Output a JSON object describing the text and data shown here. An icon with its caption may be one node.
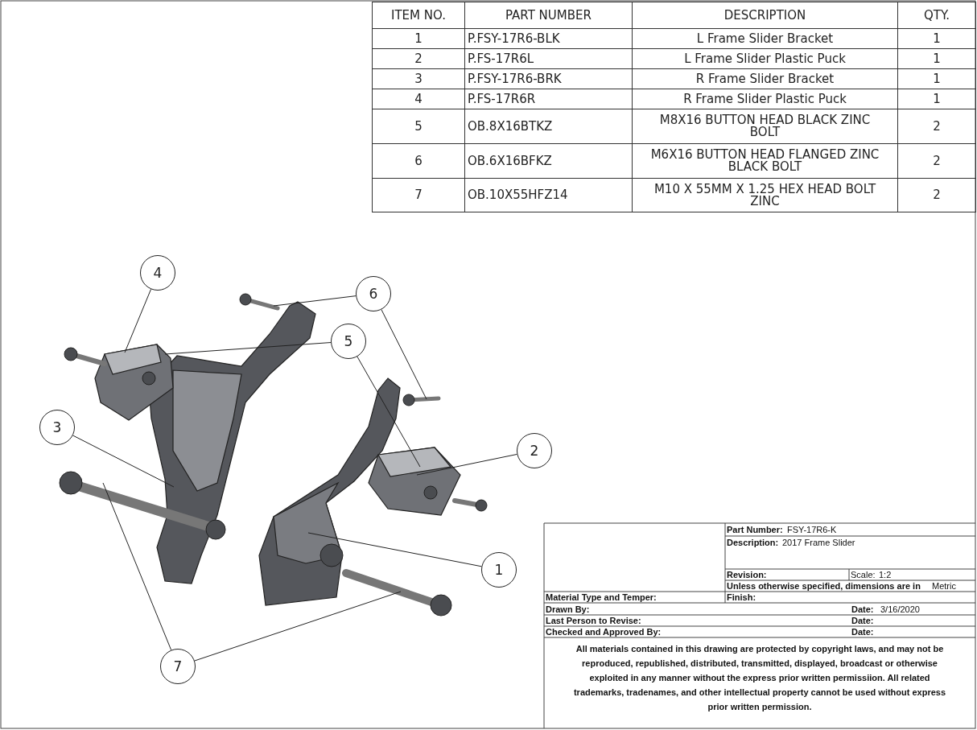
{
  "diagram": {
    "nodes": [
      {
        "text": [
          "4"
        ]
      },
      {
        "text": [
          "6"
        ]
      },
      {
        "text": [
          "5"
        ]
      },
      {
        "text": [
          "3"
        ]
      },
      {
        "text": [
          "2"
        ]
      },
      {
        "text": [
          "1"
        ]
      },
      {
        "text": [
          "7"
        ]
      }
    ],
    "edges": [
      {
        "from": 0,
        "to": null,
        "arrow": "none"
      },
      {
        "from": 1,
        "to": null,
        "arrow": "none"
      },
      {
        "from": 1,
        "to": null,
        "arrow": "none"
      },
      {
        "from": 2,
        "to": null,
        "arrow": "none"
      },
      {
        "from": 2,
        "to": null,
        "arrow": "none"
      },
      {
        "from": 3,
        "to": null,
        "arrow": "none"
      },
      {
        "from": 4,
        "to": null,
        "arrow": "none"
      },
      {
        "from": 5,
        "to": null,
        "arrow": "none"
      },
      {
        "from": 6,
        "to": null,
        "arrow": "none"
      },
      {
        "from": 6,
        "to": null,
        "arrow": "none"
      }
    ],
    "labels": [
      "ITEM NO.",
      "PART NUMBER",
      "DESCRIPTION",
      "QTY.",
      "1",
      "P.FSY-17R6-BLK",
      "L Frame Slider Bracket",
      "1",
      "2",
      "P.FS-17R6L",
      "L Frame Slider Plastic Puck",
      "1",
      "3",
      "P.FSY-17R6-BRK",
      "R Frame Slider Bracket",
      "1",
      "4",
      "P.FS-17R6R",
      "R Frame Slider Plastic Puck",
      "1",
      "5",
      "OB.8X16BTKZ",
      "M8X16 BUTTON HEAD BLACK ZINC BOLT",
      "2",
      "6",
      "OB.6X16BFKZ",
      "M6X16 BUTTON HEAD FLANGED ZINC BLACK BOLT",
      "2",
      "7",
      "OB.10X55HFZ14",
      "M10 X 55MM X 1.25 HEX HEAD BOLT ZINC",
      "2",
      "Part Number:",
      "FSY-17R6-K",
      "Description:",
      "2017 Frame Slider",
      "Revision:",
      "Scale:",
      "1:2",
      "Unless otherwise specified, dimensions are in",
      "Metric",
      "Material Type and Temper:",
      "Finish:",
      "Drawn By:",
      "Date:",
      "3/16/2020",
      "Last Person to Revise:",
      "Date:",
      "Checked and Approved By:",
      "Date:",
      "All materials contained in this drawing are protected by copyright laws, and may not be reproduced, republished, distributed, transmitted, displayed, broadcast or otherwise exploited in any manner without the express prior written permissiion. All related trademarks, tradenames, and other intellectual property cannot be used without express prior written permission."
    ]
  }
}
